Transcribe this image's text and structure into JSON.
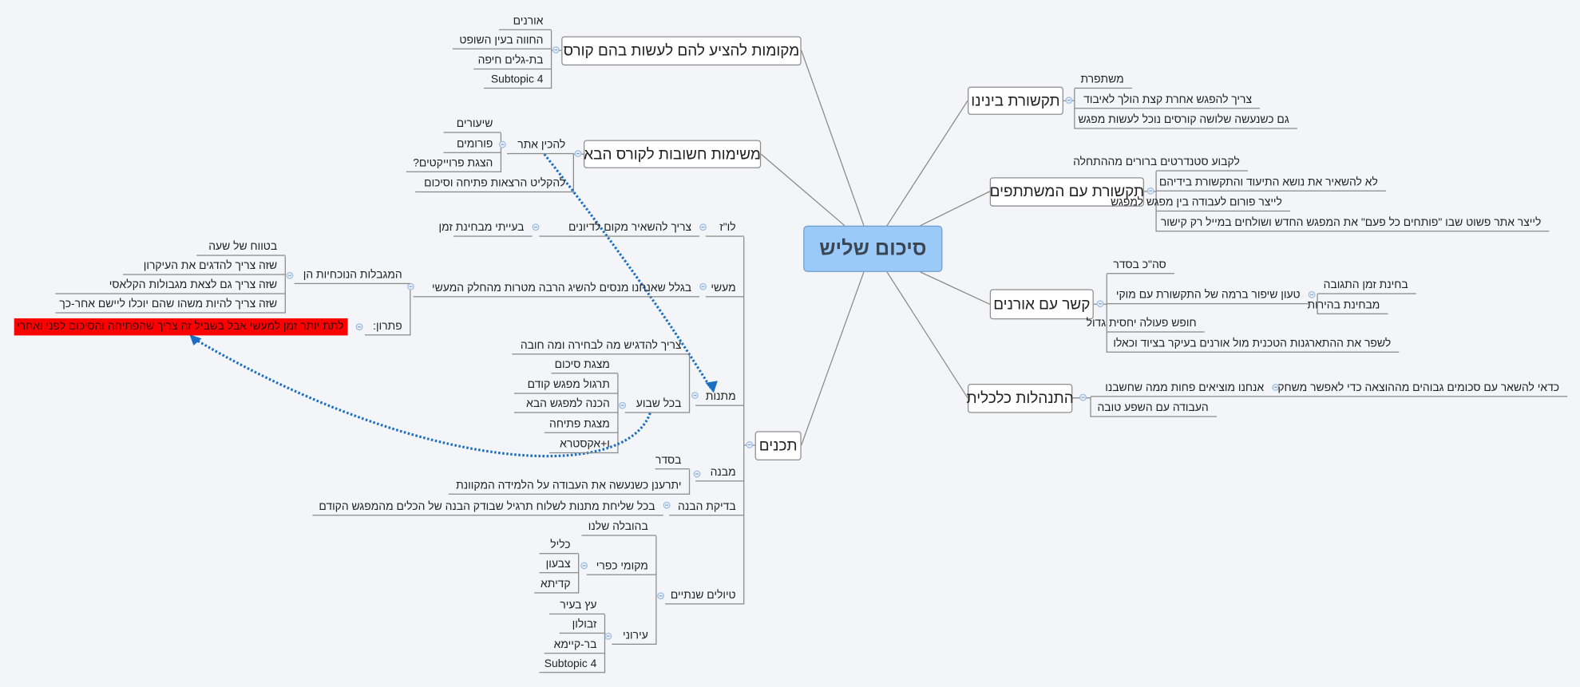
{
  "central": "סיכום שליש",
  "right": [
    {
      "title": "תקשורת בינינו",
      "children": [
        {
          "label": "משתפרת"
        },
        {
          "label": "צריך להפגש אחרת קצת הולך לאיבוד"
        },
        {
          "label": "גם כשנעשה שלושה קורסים נוכל לעשות מפגש"
        }
      ]
    },
    {
      "title": "תקשורת עם המשתתפים",
      "children": [
        {
          "label": "לקבוע סטנדרטים ברורים מההתחלה"
        },
        {
          "label": "לא להשאיר את נושא התיעוד והתקשורת בידיהם"
        },
        {
          "label": "לייצר פורום לעבודה בין מפגש למפגש"
        },
        {
          "label": "לייצר אתר פשוט שבו \"פותחים כל פעם\" את המפגש החדש ושולחים במייל רק קישור"
        }
      ]
    },
    {
      "title": "קשר עם אורנים",
      "children": [
        {
          "label": "סה\"כ בסדר"
        },
        {
          "label": "טעון שיפור ברמה של התקשורת עם מוקי",
          "children": [
            {
              "label": "בחינת זמן התגובה"
            },
            {
              "label": "מבחינת בהירות"
            }
          ]
        },
        {
          "label": "חופש פעולה יחסית גדול"
        },
        {
          "label": "לשפר את ההתארגנות הטכנית מול אורנים בעיקר בציוד וכאלו"
        }
      ]
    },
    {
      "title": "התנהלות כלכלית",
      "children": [
        {
          "label": "אנחנו מוציאים פחות ממה שחשבנו",
          "children": [
            {
              "label": "כדאי להשאר עם סכומים גבוהים מההוצאה כדי לאפשר משחק"
            }
          ]
        },
        {
          "label": "העבודה עם השפע טובה"
        }
      ]
    }
  ],
  "left": [
    {
      "title": "מקומות להציע להם לעשות בהם קורס",
      "children": [
        {
          "label": "אורנים"
        },
        {
          "label": "החווה בעין השופט"
        },
        {
          "label": "בת-גלים חיפה"
        },
        {
          "label": "Subtopic 4"
        }
      ]
    },
    {
      "title": "משימות חשובות לקורס הבא",
      "children": [
        {
          "label": "להכין אתר",
          "children": [
            {
              "label": "שיעורים"
            },
            {
              "label": "פורומים"
            },
            {
              "label": "הצגת פרוייקטים?"
            }
          ]
        },
        {
          "label": "להקליט הרצאות פתיחה וסיכום"
        }
      ]
    },
    {
      "title": "תכנים",
      "children": [
        {
          "label": "לו\"ז",
          "children": [
            {
              "label": "צריך להשאיר מקום לדיונים",
              "children": [
                {
                  "label": "בעייתי מבחינת זמן"
                }
              ]
            }
          ]
        },
        {
          "label": "מעשי",
          "children": [
            {
              "label": "בגלל שאנחנו מנסים להשיג הרבה מטרות מהחלק המעשי",
              "children": [
                {
                  "label": "המגבלות הנוכחיות הן",
                  "children": [
                    {
                      "label": "בטווח של שעה"
                    },
                    {
                      "label": "שזה צריך להדגים את העיקרון"
                    },
                    {
                      "label": "שזה צריך גם לצאת מגבולות הקלאסי"
                    },
                    {
                      "label": "שזה צריך להיות משהו שהם יוכלו ליישם אחר-כך"
                    }
                  ]
                },
                {
                  "label": "פתרון:",
                  "children": [
                    {
                      "label": "לתת יותר זמן למעשי אבל בשביל זה צריך שהפתיחה והסיכום לפני ואחרי"
                    }
                  ]
                }
              ]
            }
          ]
        },
        {
          "label": "מתנות",
          "children": [
            {
              "label": "צריך להדגיש מה לבחירה ומה חובה"
            },
            {
              "label": "בכל שבוע",
              "children": [
                {
                  "label": "מצגת סיכום"
                },
                {
                  "label": "תרגול מפגש קודם"
                },
                {
                  "label": "הכנה למפגש הבא"
                },
                {
                  "label": "מצגת פתיחה"
                },
                {
                  "label": "ו+אקסטרא"
                }
              ]
            }
          ]
        },
        {
          "label": "מבנה",
          "children": [
            {
              "label": "בסדר"
            },
            {
              "label": "יתרענן כשנעשה את העבודה על הלמידה המקוונת"
            }
          ]
        },
        {
          "label": "בדיקת הבנה",
          "children": [
            {
              "label": "בכל שליחת מתנות לשלוח תרגיל שבודק הבנה של הכלים מהמפגש הקודם"
            }
          ]
        },
        {
          "label": "טיולים שנתיים",
          "children": [
            {
              "label": "בהובלה שלנו"
            },
            {
              "label": "מקומי כפרי",
              "children": [
                {
                  "label": "כליל"
                },
                {
                  "label": "צבעון"
                },
                {
                  "label": "קדיתא"
                }
              ]
            },
            {
              "label": "עירוני",
              "children": [
                {
                  "label": "עץ בעיר"
                },
                {
                  "label": "זבולון"
                },
                {
                  "label": "בר-קיימא"
                },
                {
                  "label": "Subtopic 4"
                }
              ]
            }
          ]
        }
      ]
    }
  ],
  "colors": {
    "central_bg": "#9ccaf8",
    "highlight": "#ff0000",
    "relationship": "#1a6fc4"
  }
}
